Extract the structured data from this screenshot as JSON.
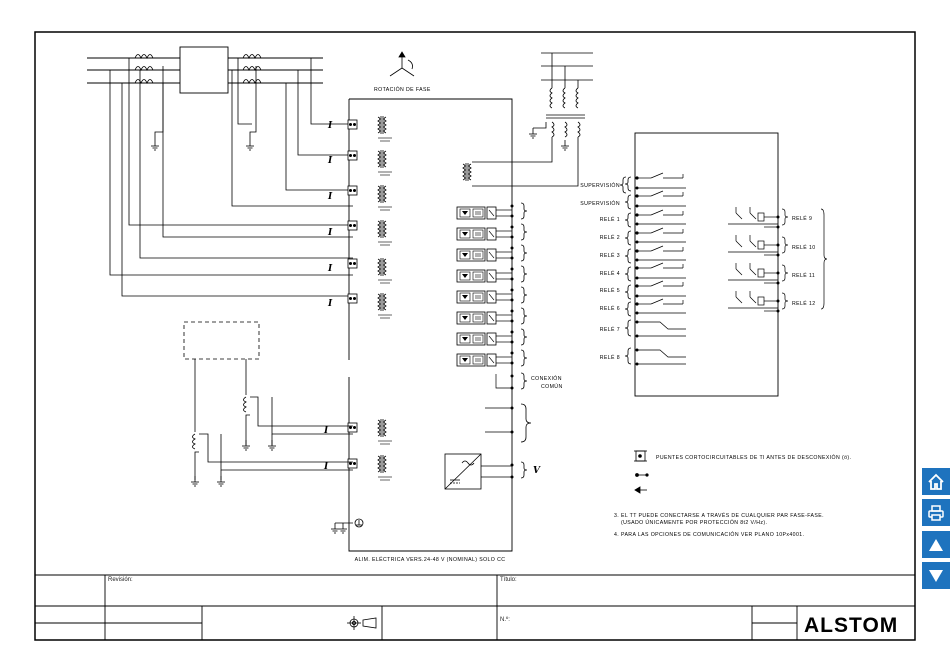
{
  "diagram": {
    "phase_rotation_label": "ROTACIÓN DE FASE",
    "current_symbol": "I",
    "voltage_symbol": "V",
    "supply_label": "ALIM. ELÉCTRICA VERS.24-48 V (NOMINAL) SOLO CC",
    "common_connection_label": [
      "CONEXIÓN",
      "COMÚN"
    ],
    "supervision_labels": [
      "SUPERVISIÓN",
      "SUPERVISIÓN"
    ],
    "left_relays": [
      "RELÉ 1",
      "RELÉ 2",
      "RELÉ 3",
      "RELÉ 4",
      "RELÉ 5",
      "RELÉ 6",
      "RELÉ 7",
      "RELÉ 8"
    ],
    "right_relays": [
      "RELÉ 9",
      "RELÉ 10",
      "RELÉ 11",
      "RELÉ 12"
    ],
    "legend_text": "PUENTES CORTOCIRCUITABLES DE TI ANTES DE DESCONEXIÓN (ö).",
    "notes": [
      "3. EL TT PUEDE CONECTARSE A TRAVÉS DE CUALQUIER PAR FASE-FASE.",
      "(USADO ÚNICAMENTE POR PROTECCIÓN 8t2 V/Hz).",
      "4. PARA LAS OPCIONES DE COMUNICACIÓN VER PLANO 10Px4001."
    ]
  },
  "title_block": {
    "revision_label": "Revisión:",
    "title_label": "Título:",
    "number_label": "N.º:",
    "logo_text": "ALSTOM"
  },
  "sidebar": {
    "buttons": [
      {
        "name": "home-button",
        "icon": "home-icon"
      },
      {
        "name": "print-button",
        "icon": "printer-icon"
      },
      {
        "name": "page-up-button",
        "icon": "arrow-up-icon"
      },
      {
        "name": "page-down-button",
        "icon": "arrow-down-icon"
      }
    ]
  },
  "colors": {
    "accent": "#1e73be",
    "line": "#000000",
    "background": "#ffffff"
  }
}
